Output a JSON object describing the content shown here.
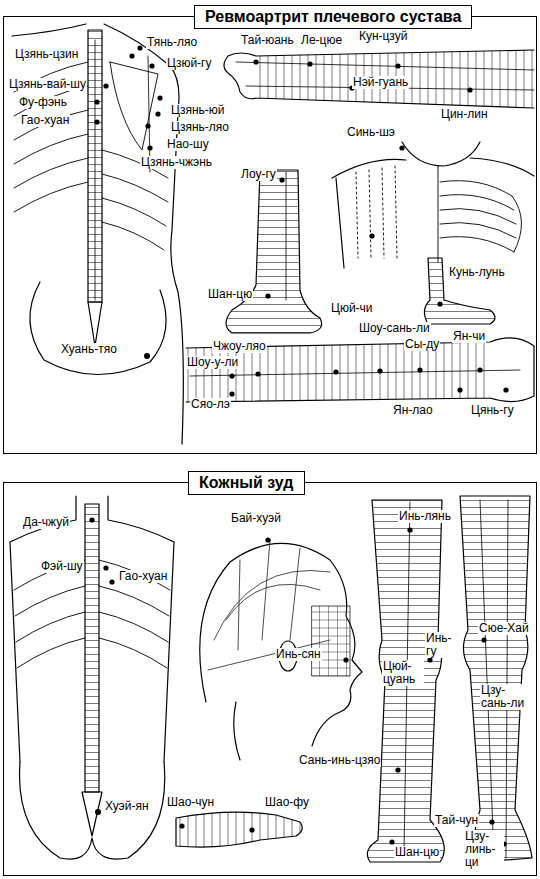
{
  "diagram": {
    "nodes": [
      {
        "text": [
          "Ревмоартрит плечевого сустава"
        ]
      },
      {
        "text": [
          "Кожный зуд"
        ]
      }
    ],
    "labels": [
      "Цзянь-цзин",
      "Тянь-ляо",
      "Цзюй-гу",
      "Цзянь-вай-шу",
      "Фу-фэнь",
      "Гао-хуан",
      "Цзянь-юй",
      "Цзянь-ляо",
      "Нао-шу",
      "Цзянь-чжэнь",
      "Хуань-тяо",
      "Тай-юань",
      "Ле-цюе",
      "Кун-цзуй",
      "Нэй-гуань",
      "Цин-лин",
      "Синь-шэ",
      "Лоу-гу",
      "Шан-цю",
      "Цюй-чи",
      "Кунь-лунь",
      "Шоу-сань-ли",
      "Чжоу-ляо",
      "Сы-ду",
      "Ян-чи",
      "Шоу-у-ли",
      "Сяо-лэ",
      "Ян-лао",
      "Цянь-гу",
      "Да-чжуй",
      "Бай-хуэй",
      "Фэй-шу",
      "Гао-хуан",
      "Хуэй-ян",
      "Инь-лянь",
      "Инь-сян",
      "Цюй-цуань",
      "Инь-гу",
      "Сюе-Хай",
      "Цзу-сань-ли",
      "Сань-инь-цзяо",
      "Шао-чун",
      "Шао-фу",
      "Тай-чун",
      "Шан-цю",
      "Цзу-линь-ци"
    ]
  }
}
